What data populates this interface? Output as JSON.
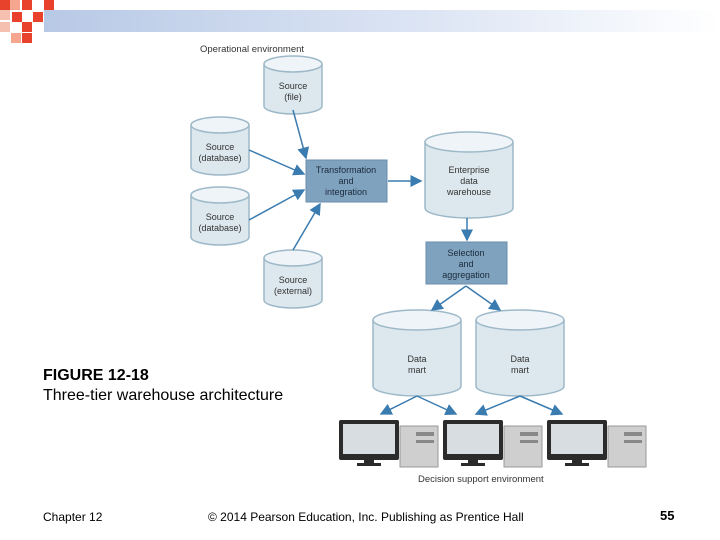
{
  "diagram": {
    "operational_label": "Operational environment",
    "source_file": [
      "Source",
      "(file)"
    ],
    "source_db1": [
      "Source",
      "(database)"
    ],
    "source_db2": [
      "Source",
      "(database)"
    ],
    "source_external": [
      "Source",
      "(external)"
    ],
    "transformation": [
      "Transformation",
      "and",
      "integration"
    ],
    "warehouse": [
      "Enterprise",
      "data",
      "warehouse"
    ],
    "selection": [
      "Selection",
      "and",
      "aggregation"
    ],
    "mart1": [
      "Data",
      "mart"
    ],
    "mart2": [
      "Data",
      "mart"
    ],
    "decision_label": "Decision support environment"
  },
  "caption": {
    "figure": "FIGURE 12-18",
    "title": "Three-tier warehouse architecture"
  },
  "footer": {
    "chapter": "Chapter 12",
    "copyright": "© 2014 Pearson Education, Inc. Publishing as Prentice Hall",
    "page": "55"
  },
  "colors": {
    "cylinder_fill": "#dde8ee",
    "cylinder_stroke": "#9db8c8",
    "process_fill": "#7fa2bf",
    "arrow": "#3a7bb0",
    "header_accent": "#e8412c"
  }
}
